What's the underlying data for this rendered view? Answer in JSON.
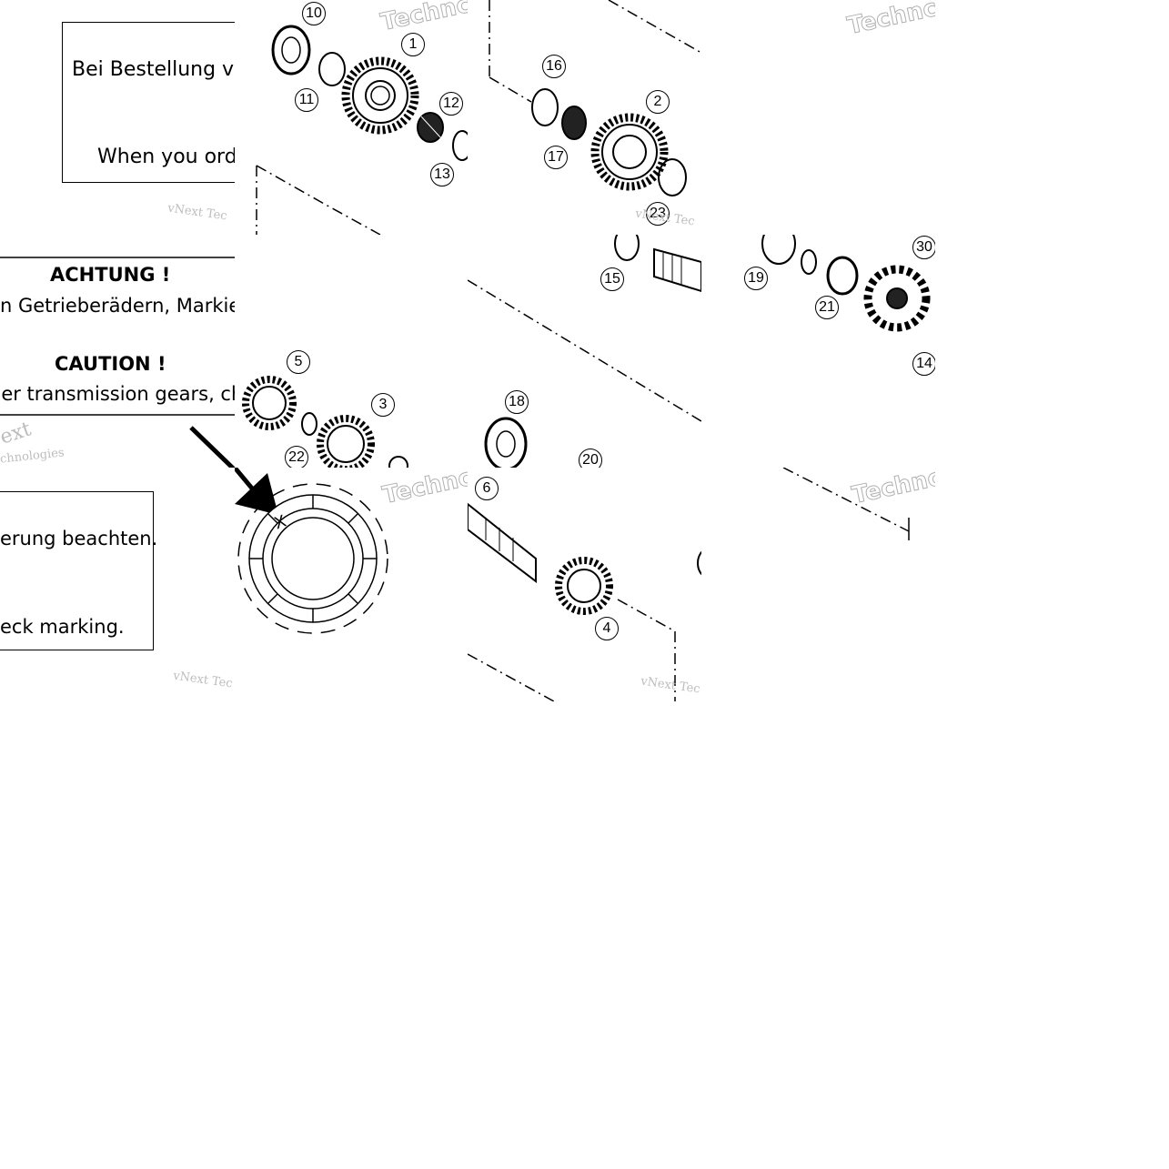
{
  "notes": {
    "order_de": "Bei Bestellung vo",
    "order_en": "When you ord",
    "caution_title_de": "ACHTUNG !",
    "caution_text_de": "n Getrieberädern, Markie",
    "caution_title_en": "CAUTION !",
    "caution_text_en": "der transmission gears, ch",
    "marking_de": "erung beachten.",
    "marking_en": "eck marking."
  },
  "gear_mark": "X",
  "watermarks": {
    "brand": "vNext Tec",
    "brand_big": "Technc",
    "ext": "ext",
    "nologies": "chnologies"
  },
  "callouts": [
    "10",
    "1",
    "11",
    "12",
    "13",
    "16",
    "2",
    "17",
    "23",
    "15",
    "19",
    "21",
    "30",
    "14",
    "5",
    "3",
    "22",
    "18",
    "20",
    "6",
    "4"
  ]
}
